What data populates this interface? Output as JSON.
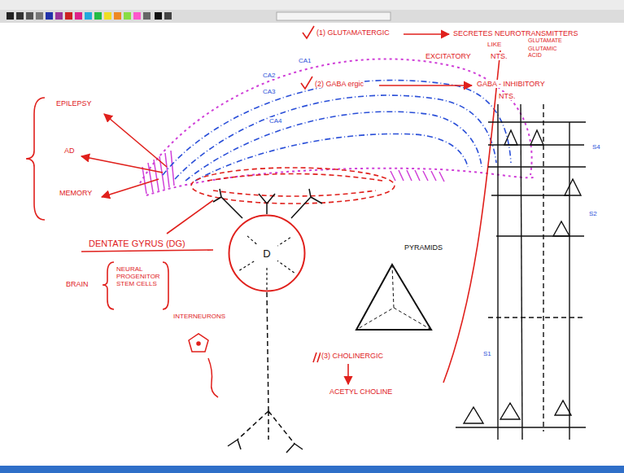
{
  "diagram": {
    "nodes": [
      {
        "text": [
          "D"
        ]
      }
    ],
    "labels": [
      "(1) GLUTAMATERGIC",
      "SECRETES NEUROTRANSMITTERS",
      "LIKE",
      "GLUTAMATE",
      "GLUTAMIC ACID",
      "EXCITATORY",
      "NTS.",
      "(2) GABA ergic",
      "GABA - INHIBITORY",
      "NTS.",
      "CA1",
      "CA2",
      "CA3",
      "CA4",
      "EPILEPSY",
      "AD",
      "MEMORY",
      "DENTATE GYRUS (DG)",
      "BRAIN",
      "NEURAL PROGENITOR STEM CELLS",
      "PYRAMIDS",
      "INTERNEURONS",
      "(3) CHOLINERGIC",
      "ACETYL CHOLINE",
      "S4",
      "S2",
      "S1"
    ]
  }
}
